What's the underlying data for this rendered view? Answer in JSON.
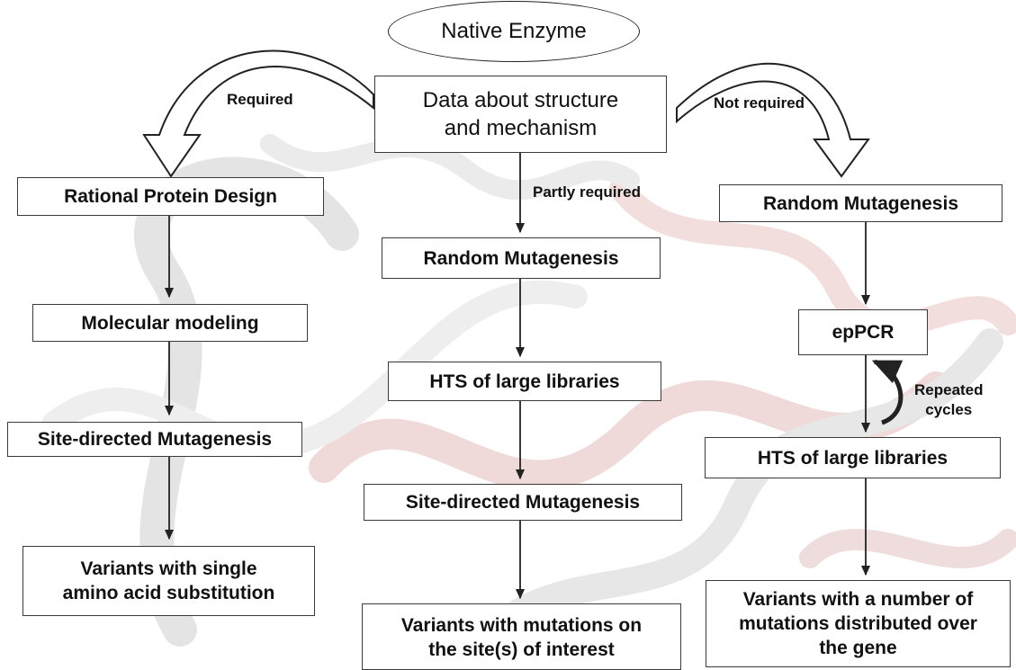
{
  "diagram": {
    "root": "Native Enzyme",
    "data_box": "Data about structure\nand mechanism",
    "branch_labels": {
      "left": "Required",
      "middle": "Partly required",
      "right": "Not required",
      "repeat": "Repeated\ncycles"
    },
    "left_column": [
      "Rational Protein Design",
      "Molecular modeling",
      "Site-directed Mutagenesis",
      "Variants with single\namino acid substitution"
    ],
    "middle_column": [
      "Random Mutagenesis",
      "HTS of large libraries",
      "Site-directed Mutagenesis",
      "Variants with mutations on\nthe site(s) of interest"
    ],
    "right_column": [
      "Random Mutagenesis",
      "epPCR",
      "HTS of large libraries",
      "Variants with a number of\nmutations distributed over\nthe gene"
    ]
  },
  "colors": {
    "background_watermark_gray": "#d9d9d9",
    "background_watermark_red": "#f2d6d6",
    "line": "#222222"
  }
}
